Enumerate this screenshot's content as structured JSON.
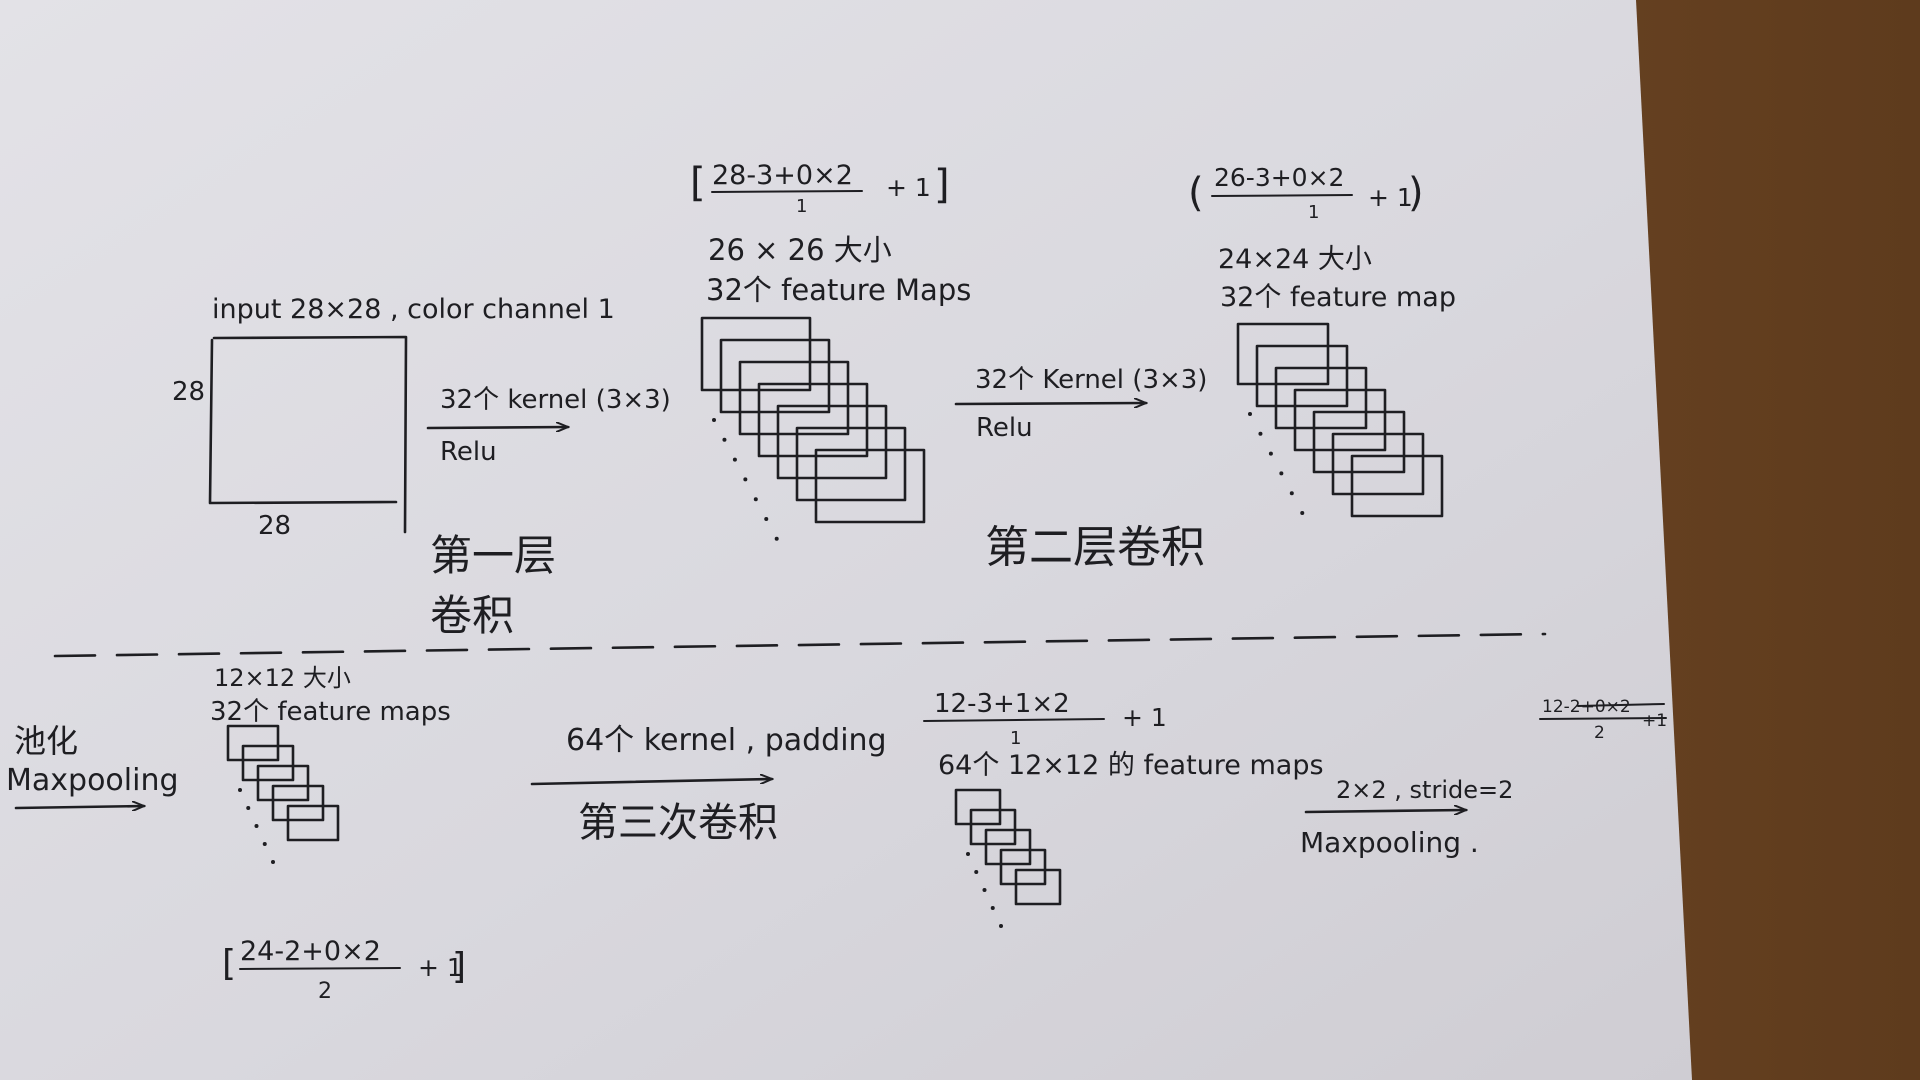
{
  "section1": {
    "input_label": "input 28×28 , color channel 1",
    "dim_side": "28",
    "dim_bottom": "28",
    "arrow_label": "32个 kernel (3×3)",
    "activation": "Relu",
    "layer_title": [
      "第一层",
      "卷积"
    ]
  },
  "section2": {
    "formula_num": "28-3+0×2",
    "formula_den": "1",
    "formula_tail": "+ 1",
    "size": "26 × 26 大小",
    "maps": "32个 feature Maps"
  },
  "section3": {
    "arrow_label": "32个 Kernel (3×3)",
    "activation": "Relu",
    "layer_title": "第二层卷积"
  },
  "section4": {
    "formula_num": "26-3+0×2",
    "formula_den": "1",
    "formula_tail": "+ 1",
    "size": "24×24 大小",
    "maps": "32个 feature map"
  },
  "pooling": {
    "title": "池化",
    "method": "Maxpooling",
    "size": "12×12 大小",
    "maps": "32个 feature maps",
    "formula_num": "24-2+0×2",
    "formula_den": "2",
    "formula_tail": "+ 1"
  },
  "conv3": {
    "arrow_label": "64个 kernel , padding",
    "layer_title": "第三次卷积",
    "formula_num": "12-3+1×2",
    "formula_den": "1",
    "formula_tail": "+ 1",
    "maps": "64个 12×12 的 feature maps"
  },
  "pool2": {
    "arrow_label": "2×2 , stride=2",
    "method": "Maxpooling .",
    "formula_num": "12-2+0×2",
    "formula_den": "2",
    "formula_tail": "+1"
  }
}
